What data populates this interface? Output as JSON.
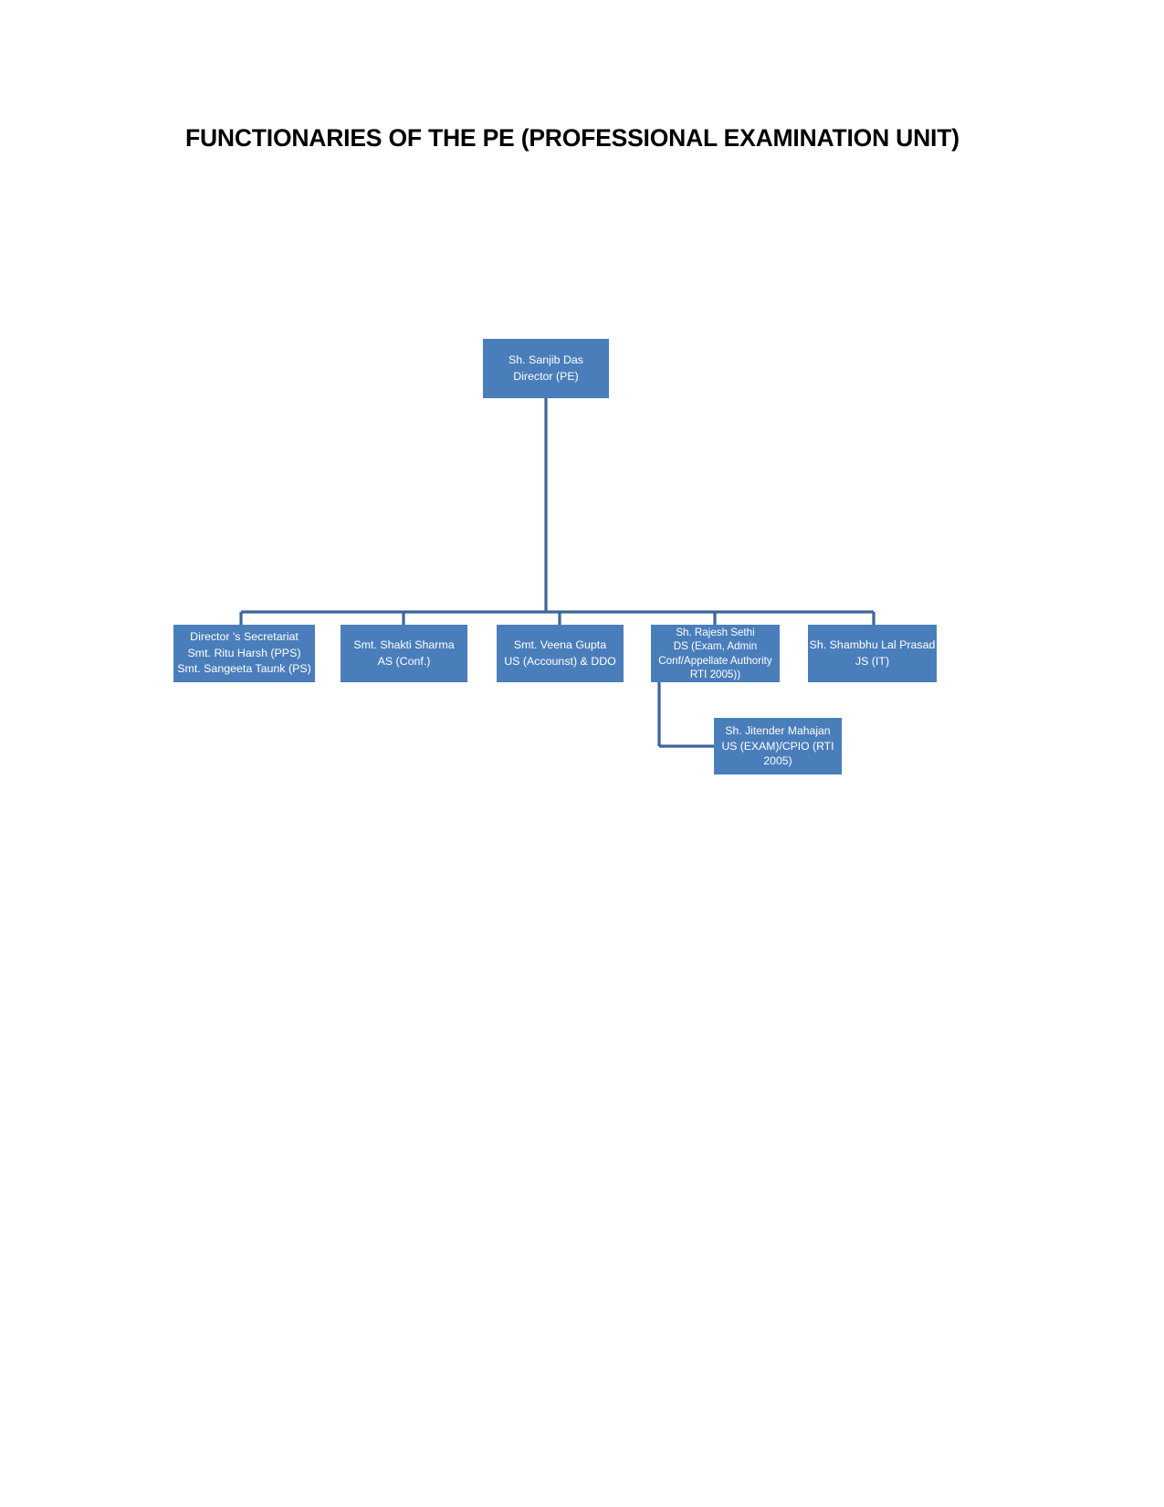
{
  "page": {
    "title": "FUNCTIONARIES OF THE PE (PROFESSIONAL EXAMINATION UNIT)",
    "background_color": "#ffffff",
    "node_fill_color": "#4a7ebb",
    "node_text_color": "#ffffff",
    "connector_color": "#3c6699"
  },
  "chart_data": {
    "type": "diagram",
    "diagram_type": "organization-chart",
    "title": "FUNCTIONARIES OF THE PE (PROFESSIONAL EXAMINATION UNIT)",
    "orientation": "top-down",
    "nodes": [
      {
        "id": "root",
        "name": "Sh. Sanjib Das",
        "designation": "Director (PE)",
        "lines": [
          "Sh. Sanjib Das",
          "Director (PE)"
        ],
        "level": 0,
        "parent": null
      },
      {
        "id": "secretariat",
        "name": "Director 's Secretariat",
        "lines": [
          "Director 's Secretariat",
          "Smt. Ritu Harsh (PPS)",
          "Smt. Sangeeta Taunk (PS)"
        ],
        "level": 1,
        "parent": "root"
      },
      {
        "id": "conf",
        "name": "Smt. Shakti Sharma",
        "designation": "AS (Conf.)",
        "lines": [
          "Smt. Shakti Sharma",
          "AS (Conf.)"
        ],
        "level": 1,
        "parent": "root"
      },
      {
        "id": "accounts",
        "name": "Smt. Veena  Gupta",
        "designation": "US (Accounst) & DDO",
        "lines": [
          "Smt. Veena  Gupta",
          "US (Accounst) & DDO"
        ],
        "level": 1,
        "parent": "root"
      },
      {
        "id": "ds-exam",
        "name": "Sh. Rajesh Sethi",
        "designation": "DS (Exam, Admin Conf/Appellate Authority RTI 2005))",
        "lines": [
          "Sh. Rajesh Sethi",
          "DS (Exam, Admin",
          "Conf/Appellate Authority",
          "RTI 2005))"
        ],
        "level": 1,
        "parent": "root"
      },
      {
        "id": "js-it",
        "name": "Sh. Shambhu Lal Prasad",
        "designation": "JS (IT)",
        "lines": [
          "Sh. Shambhu Lal Prasad",
          "JS (IT)"
        ],
        "level": 1,
        "parent": "root"
      },
      {
        "id": "us-exam",
        "name": "Sh. Jitender Mahajan",
        "designation": "US (EXAM)/CPIO (RTI 2005)",
        "lines": [
          "Sh. Jitender Mahajan",
          "US (EXAM)/CPIO (RTI",
          "2005)"
        ],
        "level": 2,
        "parent": "ds-exam"
      }
    ],
    "edges": [
      {
        "from": "root",
        "to": "secretariat"
      },
      {
        "from": "root",
        "to": "conf"
      },
      {
        "from": "root",
        "to": "accounts"
      },
      {
        "from": "root",
        "to": "ds-exam"
      },
      {
        "from": "root",
        "to": "js-it"
      },
      {
        "from": "ds-exam",
        "to": "us-exam"
      }
    ]
  },
  "nodes": {
    "root": {
      "line1": "Sh. Sanjib Das",
      "line2": "Director (PE)"
    },
    "secretariat": {
      "line1": "Director 's Secretariat",
      "line2": "Smt. Ritu Harsh (PPS)",
      "line3": "Smt. Sangeeta Taunk (PS)"
    },
    "conf": {
      "line1": "Smt. Shakti Sharma",
      "line2": "AS (Conf.)"
    },
    "accounts": {
      "line1": "Smt. Veena  Gupta",
      "line2": "US (Accounst) & DDO"
    },
    "ds_exam": {
      "line1": "Sh. Rajesh Sethi",
      "line2": "DS (Exam, Admin",
      "line3": "Conf/Appellate Authority",
      "line4": "RTI 2005))"
    },
    "js_it": {
      "line1": "Sh. Shambhu Lal Prasad",
      "line2": "JS (IT)"
    },
    "us_exam": {
      "line1": "Sh. Jitender Mahajan",
      "line2": "US (EXAM)/CPIO (RTI",
      "line3": "2005)"
    }
  }
}
